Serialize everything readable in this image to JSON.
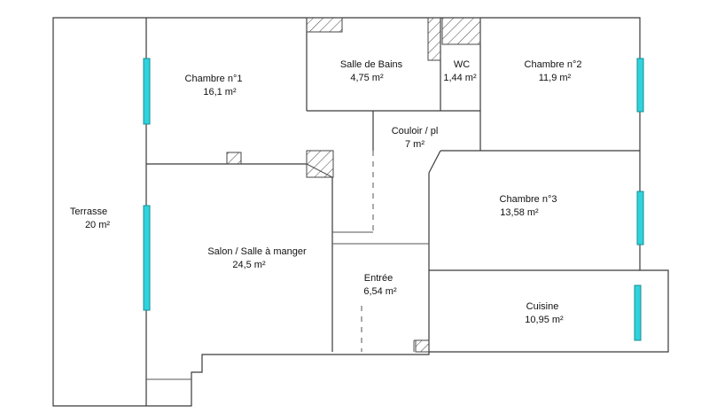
{
  "plan": {
    "colors": {
      "wall": "#3a3a3a",
      "window": "#2fd3dd",
      "hatch": "#444444"
    },
    "rooms": [
      {
        "id": "terrasse",
        "name": "Terrasse",
        "area": "20  m²"
      },
      {
        "id": "chambre1",
        "name": "Chambre n°1",
        "area": "16,1  m²"
      },
      {
        "id": "sdb",
        "name": "Salle de Bains",
        "area": "4,75  m²"
      },
      {
        "id": "wc",
        "name": "WC",
        "area": "1,44  m²"
      },
      {
        "id": "chambre2",
        "name": "Chambre n°2",
        "area": "11,9  m²"
      },
      {
        "id": "couloir",
        "name": "Couloir / pl",
        "area": "7  m²"
      },
      {
        "id": "chambre3",
        "name": "Chambre n°3",
        "area": "13,58  m²"
      },
      {
        "id": "salon",
        "name": "Salon / Salle à manger",
        "area": "24,5  m²"
      },
      {
        "id": "entree",
        "name": "Entrée",
        "area": "6,54  m²"
      },
      {
        "id": "cuisine",
        "name": "Cuisine",
        "area": "10,95  m²"
      }
    ]
  }
}
